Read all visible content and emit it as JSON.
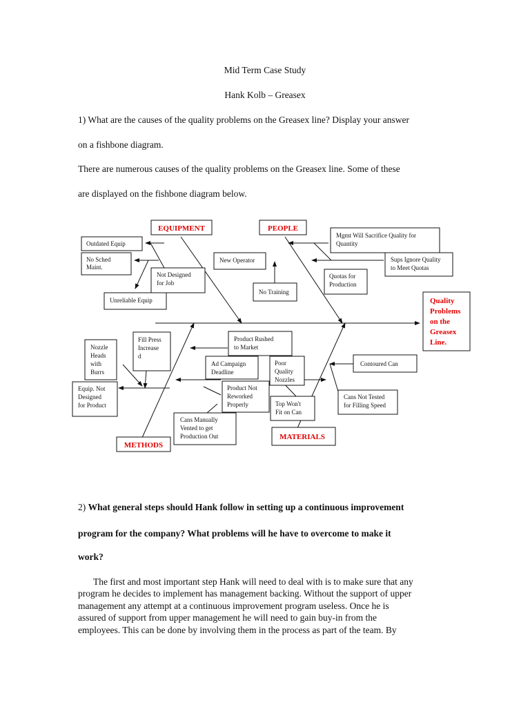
{
  "doc": {
    "title": "Mid Term Case Study",
    "subtitle": "Hank Kolb – Greasex",
    "q1_line1": "1)  What are the causes of the quality problems on the Greasex line? Display your answer",
    "q1_line2": "on a fishbone diagram.",
    "intro_line1": "There are numerous causes of the quality problems on the Greasex line. Some of these",
    "intro_line2": "are displayed on the fishbone diagram below.",
    "q2_number": "2) ",
    "q2_line1": "What general steps should Hank follow in setting up a continuous improvement",
    "q2_line2": "program for the company? What problems will he have to overcome to make it",
    "q2_line3": "work?",
    "body_lines": [
      "The first and most important step Hank will need to deal with is to make sure that any",
      "program he decides to implement has management backing. Without the support of upper",
      "management any attempt at a continuous improvement program useless. Once he is",
      "assured of support from upper management he will need to gain buy-in from the",
      "employees. This can be done by involving them in the process as part of the team. By"
    ]
  },
  "fishbone": {
    "effect": [
      "Quality",
      "Problems",
      "on the",
      "Greasex",
      "Line."
    ],
    "categories": {
      "equipment": "EQUIPMENT",
      "people": "PEOPLE",
      "methods": "METHODS",
      "materials": "MATERIALS"
    },
    "causes": {
      "outdated_equip": [
        "Outdated Equip"
      ],
      "no_sched_maint": [
        "No Sched",
        "Maint."
      ],
      "not_designed_for_job": [
        "Not Designed",
        "for Job"
      ],
      "unreliable_equip": [
        "Unreliable Equip"
      ],
      "new_operator": [
        "New Operator"
      ],
      "no_training": [
        "No Training"
      ],
      "mgmt_sacrifice": [
        "Mgmt Will Sacrifice Quality for",
        "Quantity"
      ],
      "sups_ignore": [
        "Sups Ignore Quality",
        "to Meet  Quotas"
      ],
      "quotas_production": [
        "Quotas for",
        "Production"
      ],
      "nozzle_heads": [
        "Nozzle",
        "Heads",
        "with",
        "Burrs"
      ],
      "fill_press": [
        "Fill Press",
        "Increase",
        "d"
      ],
      "product_rushed": [
        "Product Rushed",
        "to Market"
      ],
      "ad_campaign": [
        "Ad Campaign",
        "Deadline"
      ],
      "equip_not_designed": [
        "Equip. Not",
        "Designed",
        "for Product"
      ],
      "product_not_reworked": [
        "Product Not",
        "Reworked",
        "Properly"
      ],
      "cans_vented": [
        "Cans Manually",
        "Vented to get",
        "Production Out"
      ],
      "poor_quality_nozzles": [
        "Poor",
        "Quality",
        "Nozzles"
      ],
      "top_wont_fit": [
        "Top Won't",
        "Fit on Can"
      ],
      "contoured_can": [
        "Contoured Can"
      ],
      "cans_not_tested": [
        "Cans Not Tested",
        "for Filling Speed"
      ]
    }
  }
}
